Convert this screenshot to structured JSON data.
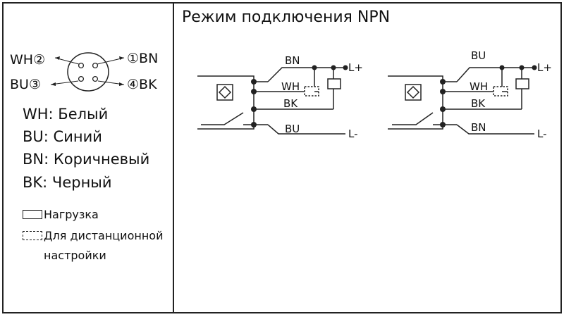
{
  "title": "Режим подключения NPN",
  "connector": {
    "pins": [
      {
        "num": "②",
        "code": "WH"
      },
      {
        "num": "①",
        "code": "BN"
      },
      {
        "num": "③",
        "code": "BU"
      },
      {
        "num": "④",
        "code": "BK"
      }
    ]
  },
  "color_legend": [
    {
      "code": "WH",
      "name": "Белый"
    },
    {
      "code": "BU",
      "name": "Синий"
    },
    {
      "code": "BN",
      "name": "Коричневый"
    },
    {
      "code": "BK",
      "name": "Черный"
    }
  ],
  "legend_text": [
    "WH: Белый",
    "BU: Синий",
    "BN: Коричневый",
    "BK: Черный"
  ],
  "symbols_key": {
    "load": "Нагрузка",
    "remote_line1": "Для дистанционной",
    "remote_line2": "настройки"
  },
  "diagrams": [
    {
      "wires": [
        "BN",
        "WH",
        "BK",
        "BU"
      ],
      "supply_plus": "L+",
      "supply_minus": "L-"
    },
    {
      "wires": [
        "BU",
        "WH",
        "BK",
        "BN"
      ],
      "supply_plus": "L+",
      "supply_minus": "L-"
    }
  ]
}
